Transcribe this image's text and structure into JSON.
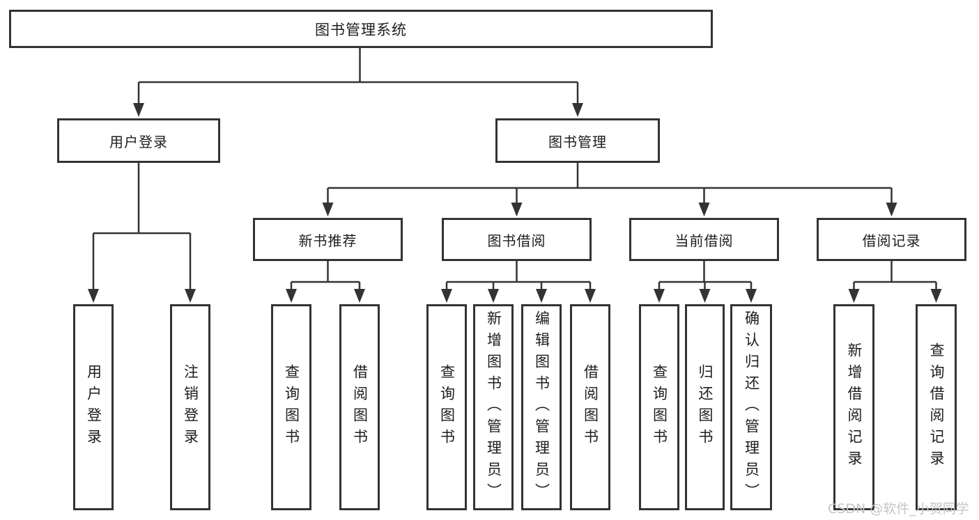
{
  "diagram": {
    "root": {
      "label": "图书管理系统"
    },
    "level2": [
      {
        "label": "用户登录",
        "children": [
          {
            "label": "用户登录"
          },
          {
            "label": "注销登录"
          }
        ]
      },
      {
        "label": "图书管理",
        "children": [
          {
            "label": "新书推荐",
            "children": [
              {
                "label": "查询图书"
              },
              {
                "label": "借阅图书"
              }
            ]
          },
          {
            "label": "图书借阅",
            "children": [
              {
                "label": "查询图书"
              },
              {
                "label": "新增图书（管理员）"
              },
              {
                "label": "编辑图书（管理员）"
              },
              {
                "label": "借阅图书"
              }
            ]
          },
          {
            "label": "当前借阅",
            "children": [
              {
                "label": "查询图书"
              },
              {
                "label": "归还图书"
              },
              {
                "label": "确认归还（管理员）"
              }
            ]
          },
          {
            "label": "借阅记录",
            "children": [
              {
                "label": "新增借阅记录"
              },
              {
                "label": "查询借阅记录"
              }
            ]
          }
        ]
      }
    ]
  },
  "watermark": {
    "text": "CSDN @软件_小贺同学"
  },
  "colors": {
    "line": "#333333",
    "text": "#1d1d1d",
    "watermark": "#c5c5c5",
    "background": "#ffffff"
  }
}
